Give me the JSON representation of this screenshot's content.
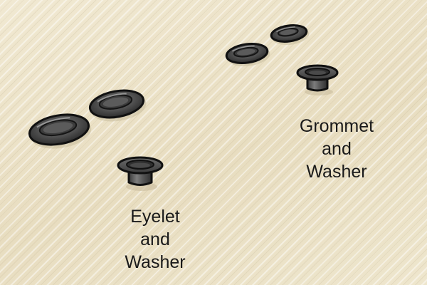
{
  "groups": [
    {
      "id": "eyelet",
      "caption_lines": [
        "Eyelet",
        "and",
        "Washer"
      ],
      "parts": [
        "washer",
        "washer",
        "eyelet"
      ]
    },
    {
      "id": "grommet",
      "caption_lines": [
        "Grommet",
        "and",
        "Washer"
      ],
      "parts": [
        "washer",
        "washer",
        "grommet"
      ]
    }
  ],
  "colors": {
    "background": "#ede4ca",
    "metal_dark": "#2e2e2e",
    "metal_mid": "#5a5a5a",
    "metal_light": "#8a8a8a",
    "outline": "#111111",
    "text": "#1a1a1a"
  }
}
